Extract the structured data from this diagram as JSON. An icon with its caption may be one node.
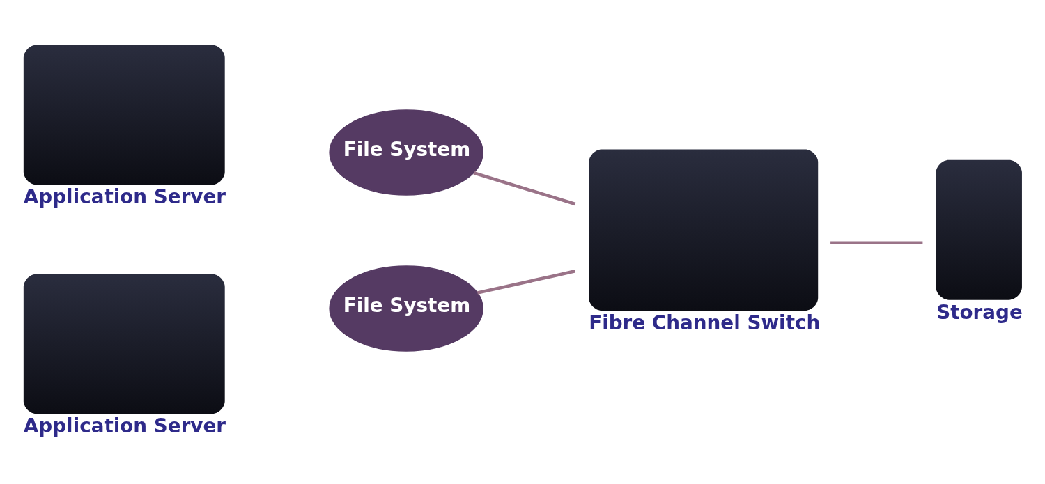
{
  "diagram": {
    "nodes": [
      {
        "text": [
          "Application Server"
        ]
      },
      {
        "text": [
          "File System"
        ]
      },
      {
        "text": [
          "Application Server"
        ]
      },
      {
        "text": [
          "File System"
        ]
      },
      {
        "text": [
          "Fibre Channel Switch"
        ]
      },
      {
        "text": [
          "Storage"
        ]
      }
    ],
    "edges": [
      {
        "from": 1,
        "to": 4,
        "arrow": "none"
      },
      {
        "from": 3,
        "to": 4,
        "arrow": "none"
      },
      {
        "from": 4,
        "to": 5,
        "arrow": "none"
      }
    ]
  }
}
